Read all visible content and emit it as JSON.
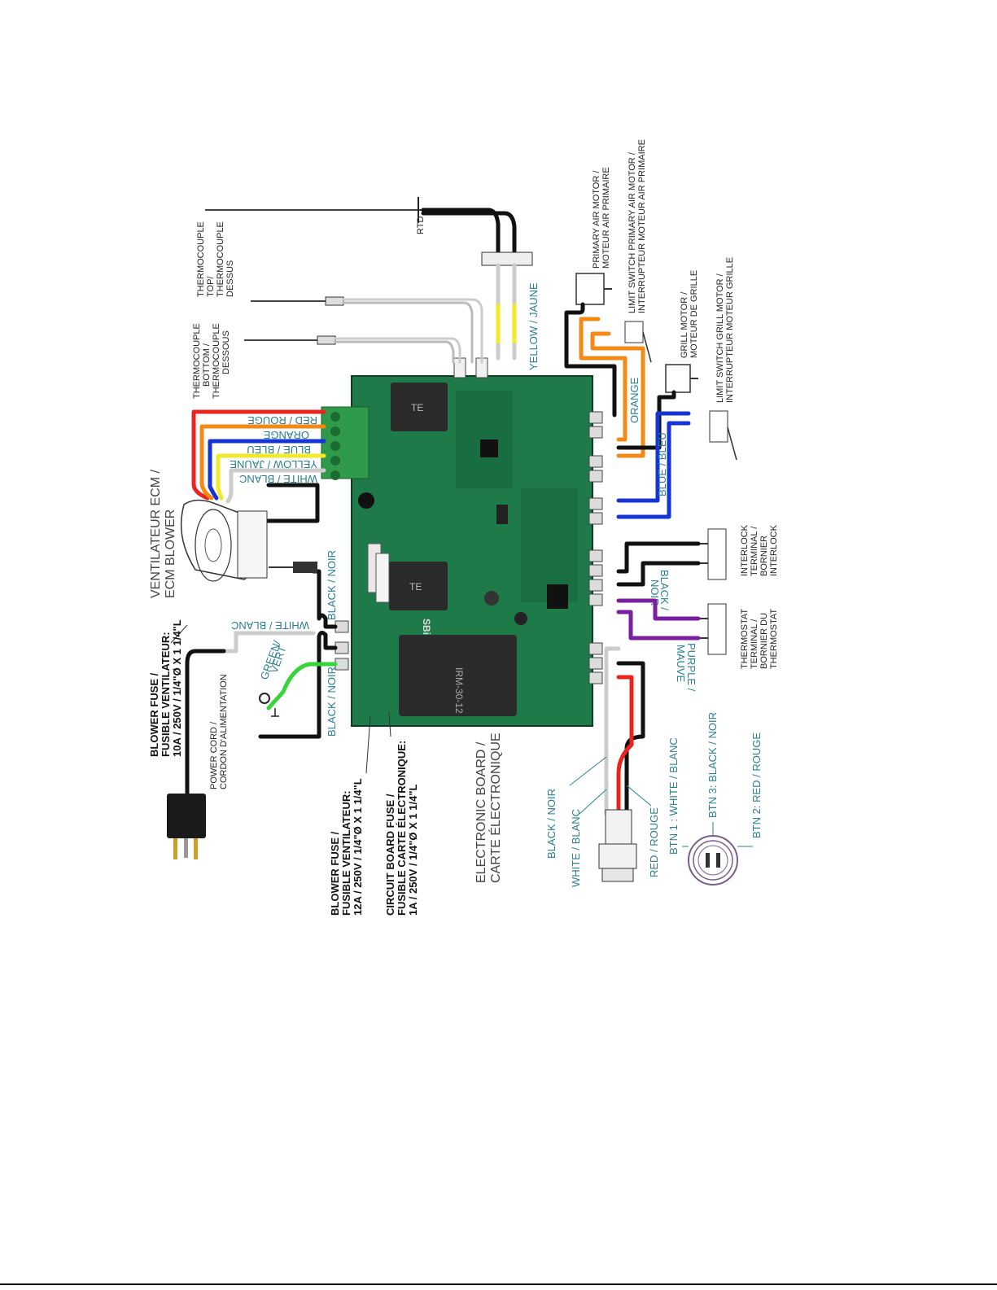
{
  "colors": {
    "board_green": "#1f7a4a",
    "board_dark": "#14532f",
    "power_supply": "#2b2b2b",
    "red": "#e8241f",
    "orange": "#f28a18",
    "blue": "#1634d6",
    "yellow": "#f2ea28",
    "white_wire": "#c8c8c8",
    "black_wire": "#111111",
    "green_wire": "#37d43a",
    "purple": "#7a1fa0",
    "label_teal": "#2a7f8f"
  },
  "labels": {
    "rtd": "RTD",
    "tc_top": [
      "THERMOCOUPLE",
      "TOP/",
      "THERMOCOUPLE",
      "DESSUS"
    ],
    "tc_bottom": [
      "THERMOCOUPLE",
      "BOTTOM /",
      "THERMOCOUPLE",
      "DESSOUS"
    ],
    "primary_air_motor": [
      "PRIMARY AIR MOTOR /",
      "MOTEUR AIR PRIMAIRE"
    ],
    "limit_switch_primary": [
      "LIMIT SWITCH PRIMARY AIR MOTOR /",
      "INTERRUPTEUR MOTEUR AIR PRIMAIRE"
    ],
    "grill_motor": [
      "GRILL MOTOR /",
      "MOTEUR DE GRILLE"
    ],
    "limit_switch_grill": [
      "LIMIT SWITCH GRILL MOTOR /",
      "INTERRUPTEUR MOTEUR GRILLE"
    ],
    "yellow_jaune": "YELLOW / JAUNE",
    "orange": "ORANGE",
    "blue_bleu": "BLUE / BLEU",
    "interlock": [
      "INTERLOCK",
      "TERMINAL /",
      "BORNIER",
      "INTERLOCK"
    ],
    "black_noir_right": [
      "BLACK /",
      "NOIR"
    ],
    "thermostat": [
      "THERMOSTAT",
      "TERMINAL /",
      "BORNIER DU",
      "THERMOSTAT"
    ],
    "purple_mauve": [
      "PURPLE /",
      "MAUVE"
    ],
    "terminal_red": "RED / ROUGE",
    "terminal_orange": "ORANGE",
    "terminal_blue": "BLUE / BLEU",
    "terminal_yellow": "YELLOW / JAUNE",
    "terminal_white": "WHITE / BLANC",
    "ecm_blower": [
      "VENTILATEUR ECM /",
      "ECM BLOWER"
    ],
    "white_blanc_left": "WHITE / BLANC",
    "black_noir_top": "BLACK / NOIR",
    "green_vert": [
      "GREEN/",
      "VERT"
    ],
    "black_noir_bottom": "BLACK / NOIR",
    "blower_fuse_10a": [
      "BLOWER FUSE /",
      "FUSIBLE VENTILATEUR:",
      "10A / 250V / 1/4\"Ø X 1 1/4\"L"
    ],
    "power_cord": [
      "POWER CORD /",
      "CORDON D'ALIMENTATION"
    ],
    "blower_fuse_12a": [
      "BLOWER FUSE /",
      "FUSIBLE VENTILATEUR:",
      "12A / 250V / 1/4\"Ø X 1 1/4\"L"
    ],
    "circuit_board_fuse": [
      "CIRCUIT BOARD FUSE /",
      "FUSIBLE CARTE ÉLECTRONIQUE:",
      "1A / 250V / 1/4\"Ø X 1 1/4\"L"
    ],
    "electronic_board": [
      "ELECTRONIC BOARD /",
      "CARTE ÉLECTRONIQUE"
    ],
    "black_noir_button": "BLACK / NOIR",
    "white_blanc_button": "WHITE / BLANC",
    "red_rouge_button": "RED / ROUGE",
    "btn1": "BTN 1 : WHITE / BLANC",
    "btn3": "BTN 3: BLACK / NOIR",
    "btn2": "BTN 2: RED / ROUGE",
    "power_supply_model": "IRM-30-12",
    "board_brand": "SBi"
  }
}
